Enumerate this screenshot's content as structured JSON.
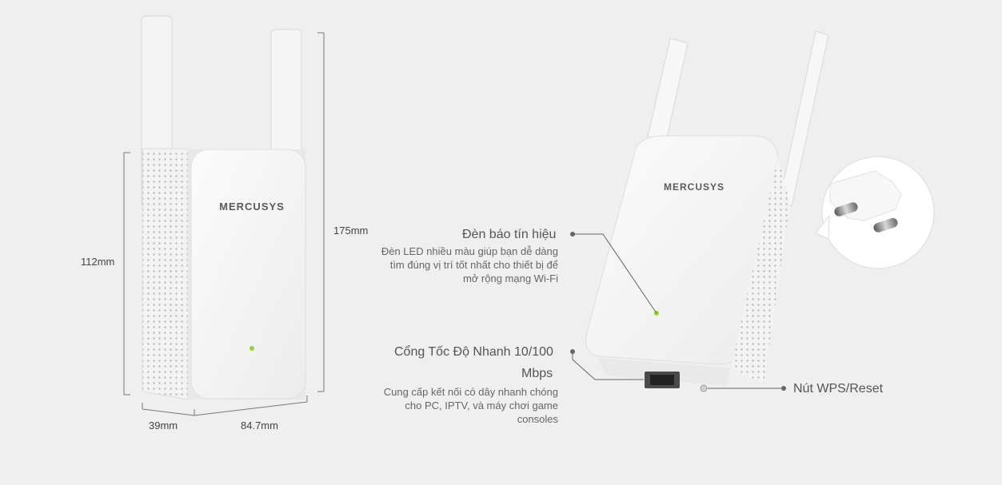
{
  "brand": {
    "logo_text": "MERCUSYS"
  },
  "dimensions": {
    "height_body": "112mm",
    "height_total": "175mm",
    "depth": "39mm",
    "width": "84.7mm"
  },
  "callouts": {
    "led": {
      "title": "Đèn báo tín hiệu",
      "description_lines": [
        "Đèn LED nhiều màu giúp bạn dễ dàng",
        "tìm đúng vị trí tốt nhất cho thiết bị để",
        "mở rộng mạng Wi-Fi"
      ]
    },
    "port": {
      "title_line1": "Cổng Tốc Độ Nhanh 10/100",
      "title_line2": "Mbps",
      "description_lines": [
        "Cung cấp kết nối có dây nhanh chóng",
        "cho PC, IPTV, và máy chơi game",
        "consoles"
      ]
    },
    "wps": {
      "title": "Nút WPS/Reset"
    }
  },
  "colors": {
    "background": "#efefef",
    "device_white": "#f7f7f7",
    "line": "#666666",
    "led_green": "#9bd22d"
  }
}
